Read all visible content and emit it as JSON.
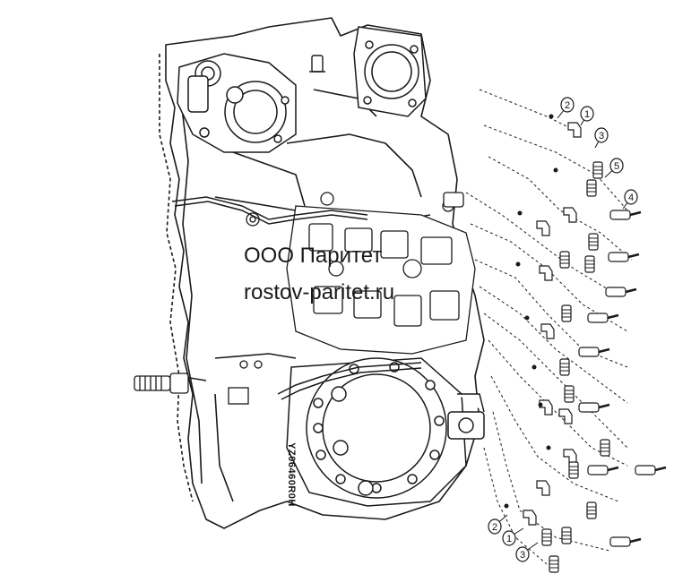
{
  "watermark": {
    "company": "ООО Паритет",
    "website": "rostov-paritet.ru"
  },
  "housing_marking": "YZ06460R0H",
  "callouts": [
    {
      "id": "callout-2-top",
      "label": "2"
    },
    {
      "id": "callout-1-top",
      "label": "1"
    },
    {
      "id": "callout-3-top",
      "label": "3"
    },
    {
      "id": "callout-5",
      "label": "5"
    },
    {
      "id": "callout-4",
      "label": "4"
    },
    {
      "id": "callout-2-bottom",
      "label": "2"
    },
    {
      "id": "callout-1-bottom",
      "label": "1"
    },
    {
      "id": "callout-3-bottom",
      "label": "3"
    }
  ],
  "colors": {
    "line": "#1a1a1a",
    "background": "#ffffff"
  }
}
